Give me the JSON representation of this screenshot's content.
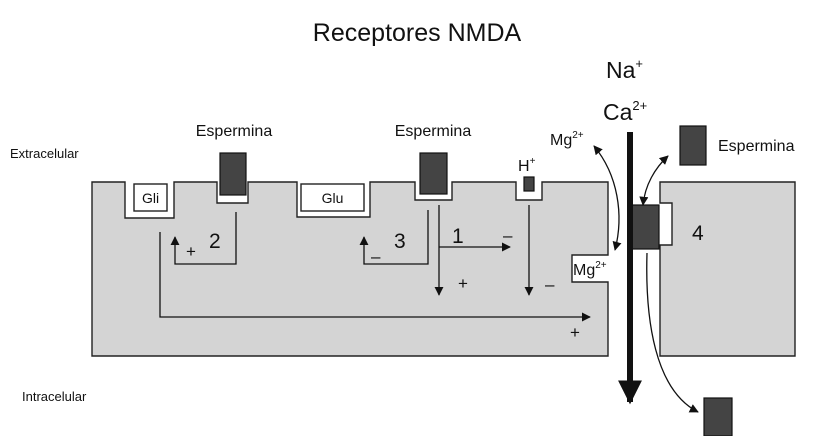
{
  "title": "Receptores NMDA",
  "labels": {
    "extracelular": "Extracelular",
    "intracelular": "Intracelular",
    "espermina_1": "Espermina",
    "espermina_2": "Espermina",
    "espermina_3": "Espermina",
    "gli": "Gli",
    "glu": "Glu",
    "h_plus": "H",
    "h_sup": "+",
    "na": "Na",
    "na_sup": "+",
    "ca": "Ca",
    "ca_sup": "2+",
    "mg_top": "Mg",
    "mg_top_sup": "2+",
    "mg_channel": "Mg",
    "mg_channel_sup": "2+"
  },
  "sites": {
    "s1": "1",
    "s2": "2",
    "s3": "3",
    "s4": "4"
  },
  "signs": {
    "plus_2": "+",
    "minus_3": "–",
    "minus_1": "–",
    "plus_1": "+",
    "minus_h": "–",
    "plus_gli": "+"
  }
}
